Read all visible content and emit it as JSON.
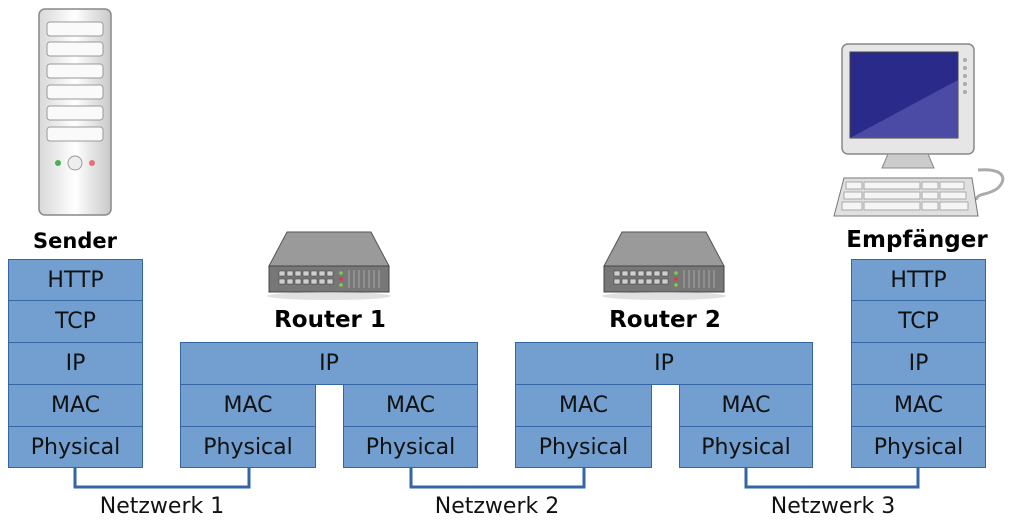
{
  "sender": {
    "title": "Sender",
    "layers": [
      "HTTP",
      "TCP",
      "IP",
      "MAC",
      "Physical"
    ]
  },
  "receiver": {
    "title": "Empfänger",
    "layers": [
      "HTTP",
      "TCP",
      "IP",
      "MAC",
      "Physical"
    ]
  },
  "router1": {
    "title": "Router 1",
    "ip": "IP",
    "left_mac": "MAC",
    "left_phys": "Physical",
    "right_mac": "MAC",
    "right_phys": "Physical"
  },
  "router2": {
    "title": "Router 2",
    "ip": "IP",
    "left_mac": "MAC",
    "left_phys": "Physical",
    "right_mac": "MAC",
    "right_phys": "Physical"
  },
  "networks": [
    "Netzwerk 1",
    "Netzwerk 2",
    "Netzwerk 3"
  ],
  "colors": {
    "layer_fill": "#729fcf",
    "layer_border": "#3465a4",
    "link": "#3465a4"
  },
  "icons": {
    "sender": "server-tower-icon",
    "router1": "router-icon",
    "router2": "router-icon",
    "receiver": "desktop-computer-icon"
  }
}
